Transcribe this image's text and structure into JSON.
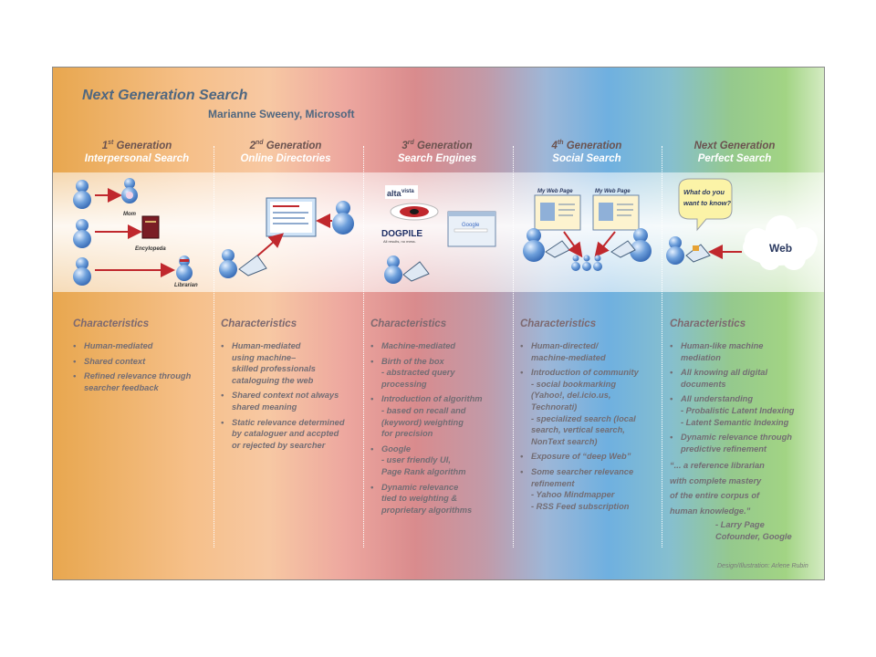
{
  "title": "Next Generation Search",
  "subtitle": "Marianne Sweeny, Microsoft",
  "generations": [
    {
      "ordinal": "1",
      "ord_suffix": "st",
      "word": " Generation",
      "name": "Interpersonal Search"
    },
    {
      "ordinal": "2",
      "ord_suffix": "nd",
      "word": " Generation",
      "name": "Online Directories"
    },
    {
      "ordinal": "3",
      "ord_suffix": "rd",
      "word": " Generation",
      "name": "Search Engines"
    },
    {
      "ordinal": "4",
      "ord_suffix": "th",
      "word": " Generation",
      "name": "Social Search"
    },
    {
      "ordinal": "Next",
      "ord_suffix": "",
      "word": " Generation",
      "name": "Perfect Search"
    }
  ],
  "illustration": {
    "mom": "Mom",
    "encyclopedia": "Encylopeda",
    "librarian": "Librarian",
    "altavista_1": "alta",
    "altavista_2": "vista",
    "dogpile": "DOGPILE",
    "dogpile_tagline": "All results, no mess.",
    "google": "Google",
    "my_web_page_1": "My Web Page",
    "my_web_page_2": "My Web Page",
    "bubble_line1": "What do you",
    "bubble_line2": "want to know?",
    "cloud": "Web"
  },
  "characteristics_label": "Characteristics",
  "columns": [
    {
      "items": [
        "Human-mediated",
        "Shared context",
        "Refined relevance through\nsearcher feedback"
      ]
    },
    {
      "items": [
        "Human-mediated\nusing machine–\nskilled professionals\ncataloguing the web",
        "Shared context not always\nshared meaning",
        "Static relevance determined\nby cataloguer and accpted\nor rejected by searcher"
      ]
    },
    {
      "items": [
        "Machine-mediated",
        "Birth of the box\n- abstracted query\n  processing",
        "Introduction of algorithm\n- based on recall and\n  (keyword)  weighting\n  for precision",
        "Google\n- user friendly UI,\n  Page Rank algorithm",
        "Dynamic relevance\ntied to weighting &\nproprietary algorithms"
      ]
    },
    {
      "items": [
        "Human-directed/\nmachine-mediated",
        "Introduction of community\n- social bookmarking\n  (Yahoo!, del.icio.us,\n  Technorati)\n- specialized search (local\n  search, vertical search,\n  NonText search)",
        "Exposure of “deep Web”",
        "Some searcher relevance\nrefinement\n- Yahoo Mindmapper\n- RSS Feed subscription"
      ]
    },
    {
      "items": [
        "Human-like machine\nmediation",
        "All knowing all digital\ndocuments",
        "All understanding\n- Probalistic Latent Indexing\n- Latent Semantic Indexing",
        "Dynamic relevance through\npredictive refinement"
      ],
      "quote": "“... a reference librarian\n   with complete mastery\n   of the entire corpus of\n   human knowledge.”",
      "attribution": "- Larry Page\n  Cofounder, Google"
    }
  ],
  "credit": "Design/Illustration: Arlene Rubin"
}
